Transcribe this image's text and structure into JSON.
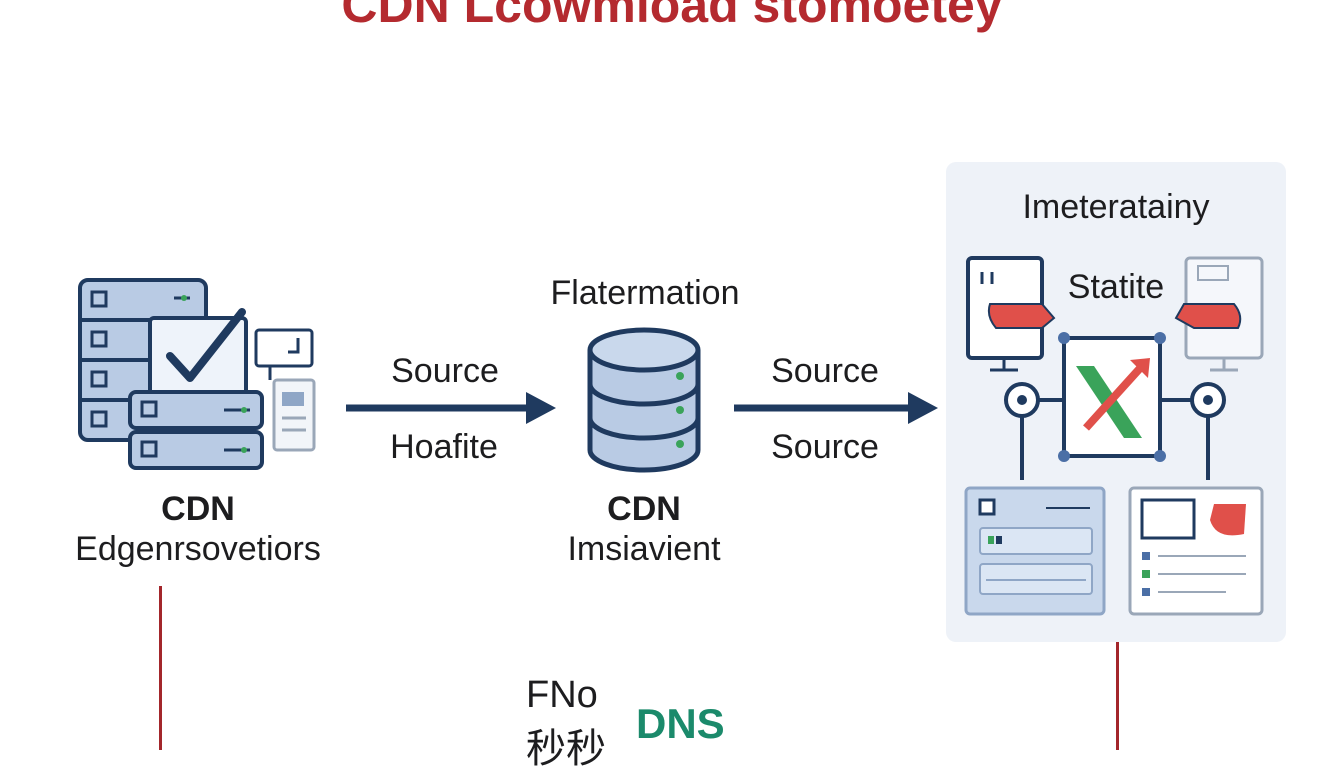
{
  "diagram": {
    "title": "CDN  Lcowmload stomoetey",
    "left_node": {
      "title": "CDN",
      "subtitle": "Edgenrsovetiors"
    },
    "middle_node": {
      "top_label": "Flatermation",
      "title": "CDN",
      "subtitle": "Imsiavient"
    },
    "arrow_left": {
      "top_label": "Source",
      "bottom_label": "Hoafite"
    },
    "arrow_right": {
      "top_label": "Source",
      "bottom_label": "Source"
    },
    "panel": {
      "title": "Imeteratainy",
      "subtitle": "Statite"
    },
    "bottom": {
      "fno_label": "FNo",
      "cjk_label": "秒秒",
      "dns_label": "DNS"
    },
    "colors": {
      "title": "#b42a2f",
      "navy": "#1f3a5f",
      "server_fill": "#b9cbe4",
      "accent_red": "#e0504a",
      "accent_green": "#3aa35a",
      "dns_green": "#1b8a6b",
      "line_red": "#a3262b"
    },
    "icons": [
      "server-rack-icon",
      "checkmark-icon",
      "database-icon",
      "monitor-icon",
      "document-icon"
    ]
  }
}
